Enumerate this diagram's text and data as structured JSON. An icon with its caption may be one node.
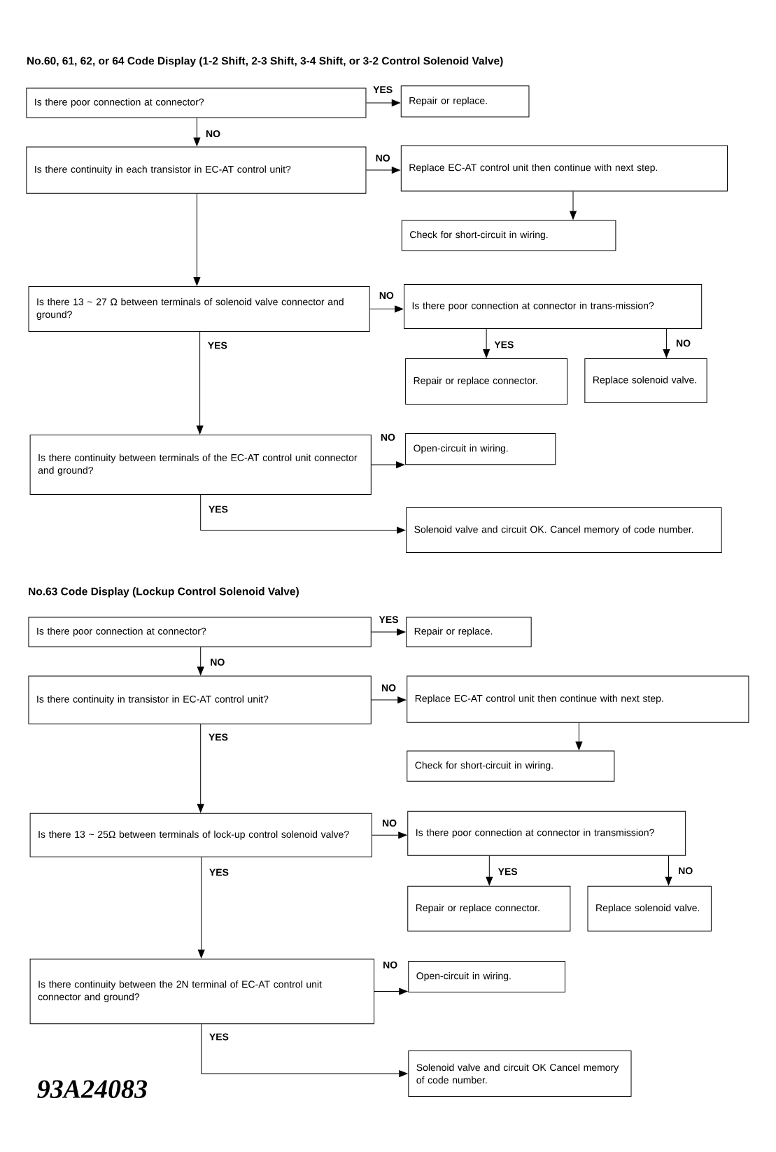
{
  "diagram": {
    "title": "No.60, 61, 62, or 64 Code Display (1-2 Shift, 2-3 Shift, 3-4 Shift, or 3-2 Control Solenoid Valve)",
    "nodes": [
      {
        "text": [
          "Is there poor connection at connector?"
        ]
      },
      {
        "text": [
          "Repair or replace."
        ]
      },
      {
        "text": [
          "Is there continuity in each transistor in EC-AT control unit?"
        ]
      },
      {
        "text": [
          "Replace EC-AT control unit then continue with next step."
        ]
      },
      {
        "text": [
          "Check for short-circuit in wiring."
        ]
      },
      {
        "text": [
          "Is there 13 ~ 27 Ω between terminals of solenoid valve connector and ground?"
        ]
      },
      {
        "text": [
          "Is there poor connection at connector in trans-mission?"
        ]
      },
      {
        "text": [
          "Repair or replace connector."
        ]
      },
      {
        "text": [
          "Replace solenoid valve."
        ]
      },
      {
        "text": [
          "Is there continuity between terminals of the EC-AT control unit connector and ground?"
        ]
      },
      {
        "text": [
          "Open-circuit in wiring."
        ]
      },
      {
        "text": [
          "Solenoid valve and circuit OK. Cancel memory of code number."
        ]
      },
      {
        "text": [
          "Is there poor connection at connector?"
        ]
      },
      {
        "text": [
          "Repair or replace."
        ]
      },
      {
        "text": [
          "Is there continuity in transistor in EC-AT control unit?"
        ]
      },
      {
        "text": [
          "Replace EC-AT control unit then continue with next step."
        ]
      },
      {
        "text": [
          "Check for short-circuit in wiring."
        ]
      },
      {
        "text": [
          "Is there 13 ~ 25Ω between terminals of lock-up control solenoid valve?"
        ]
      },
      {
        "text": [
          "Is there poor connection at connector in transmission?"
        ]
      },
      {
        "text": [
          "Repair or replace connector."
        ]
      },
      {
        "text": [
          "Replace solenoid valve."
        ]
      },
      {
        "text": [
          "Is there continuity between the 2N terminal of EC-AT control unit connector and ground?"
        ]
      },
      {
        "text": [
          "Open-circuit in wiring."
        ]
      },
      {
        "text": [
          "Solenoid valve and circuit OK Cancel memory of code number."
        ]
      }
    ],
    "edges": [
      {
        "from": 0,
        "to": 1,
        "arrow": "to",
        "label": "YES"
      },
      {
        "from": 0,
        "to": 2,
        "arrow": "to",
        "label": "NO"
      },
      {
        "from": 2,
        "to": 3,
        "arrow": "to",
        "label": "NO"
      },
      {
        "from": 3,
        "to": 4,
        "arrow": "to"
      },
      {
        "from": 2,
        "to": 5,
        "arrow": "to"
      },
      {
        "from": 5,
        "to": 6,
        "arrow": "to",
        "label": "NO"
      },
      {
        "from": 6,
        "to": 7,
        "arrow": "to",
        "label": "YES"
      },
      {
        "from": 6,
        "to": 8,
        "arrow": "to",
        "label": "NO"
      },
      {
        "from": 5,
        "to": 9,
        "arrow": "to",
        "label": "YES"
      },
      {
        "from": 9,
        "to": 10,
        "arrow": "to",
        "label": "NO"
      },
      {
        "from": 9,
        "to": 11,
        "arrow": "to",
        "label": "YES"
      },
      {
        "from": 12,
        "to": 13,
        "arrow": "to",
        "label": "YES"
      },
      {
        "from": 12,
        "to": 14,
        "arrow": "to",
        "label": "NO"
      },
      {
        "from": 14,
        "to": 15,
        "arrow": "to",
        "label": "NO"
      },
      {
        "from": 15,
        "to": 16,
        "arrow": "to"
      },
      {
        "from": 14,
        "to": 17,
        "arrow": "to",
        "label": "YES"
      },
      {
        "from": 17,
        "to": 18,
        "arrow": "to",
        "label": "NO"
      },
      {
        "from": 18,
        "to": 19,
        "arrow": "to",
        "label": "YES"
      },
      {
        "from": 18,
        "to": 20,
        "arrow": "to",
        "label": "NO"
      },
      {
        "from": 17,
        "to": 21,
        "arrow": "to",
        "label": "YES"
      },
      {
        "from": 21,
        "to": 22,
        "arrow": "to",
        "label": "NO"
      },
      {
        "from": 21,
        "to": 23,
        "arrow": "to",
        "label": "YES"
      }
    ],
    "labels": [
      "No.63 Code Display (Lockup Control Solenoid Valve)",
      "93A24083"
    ]
  }
}
